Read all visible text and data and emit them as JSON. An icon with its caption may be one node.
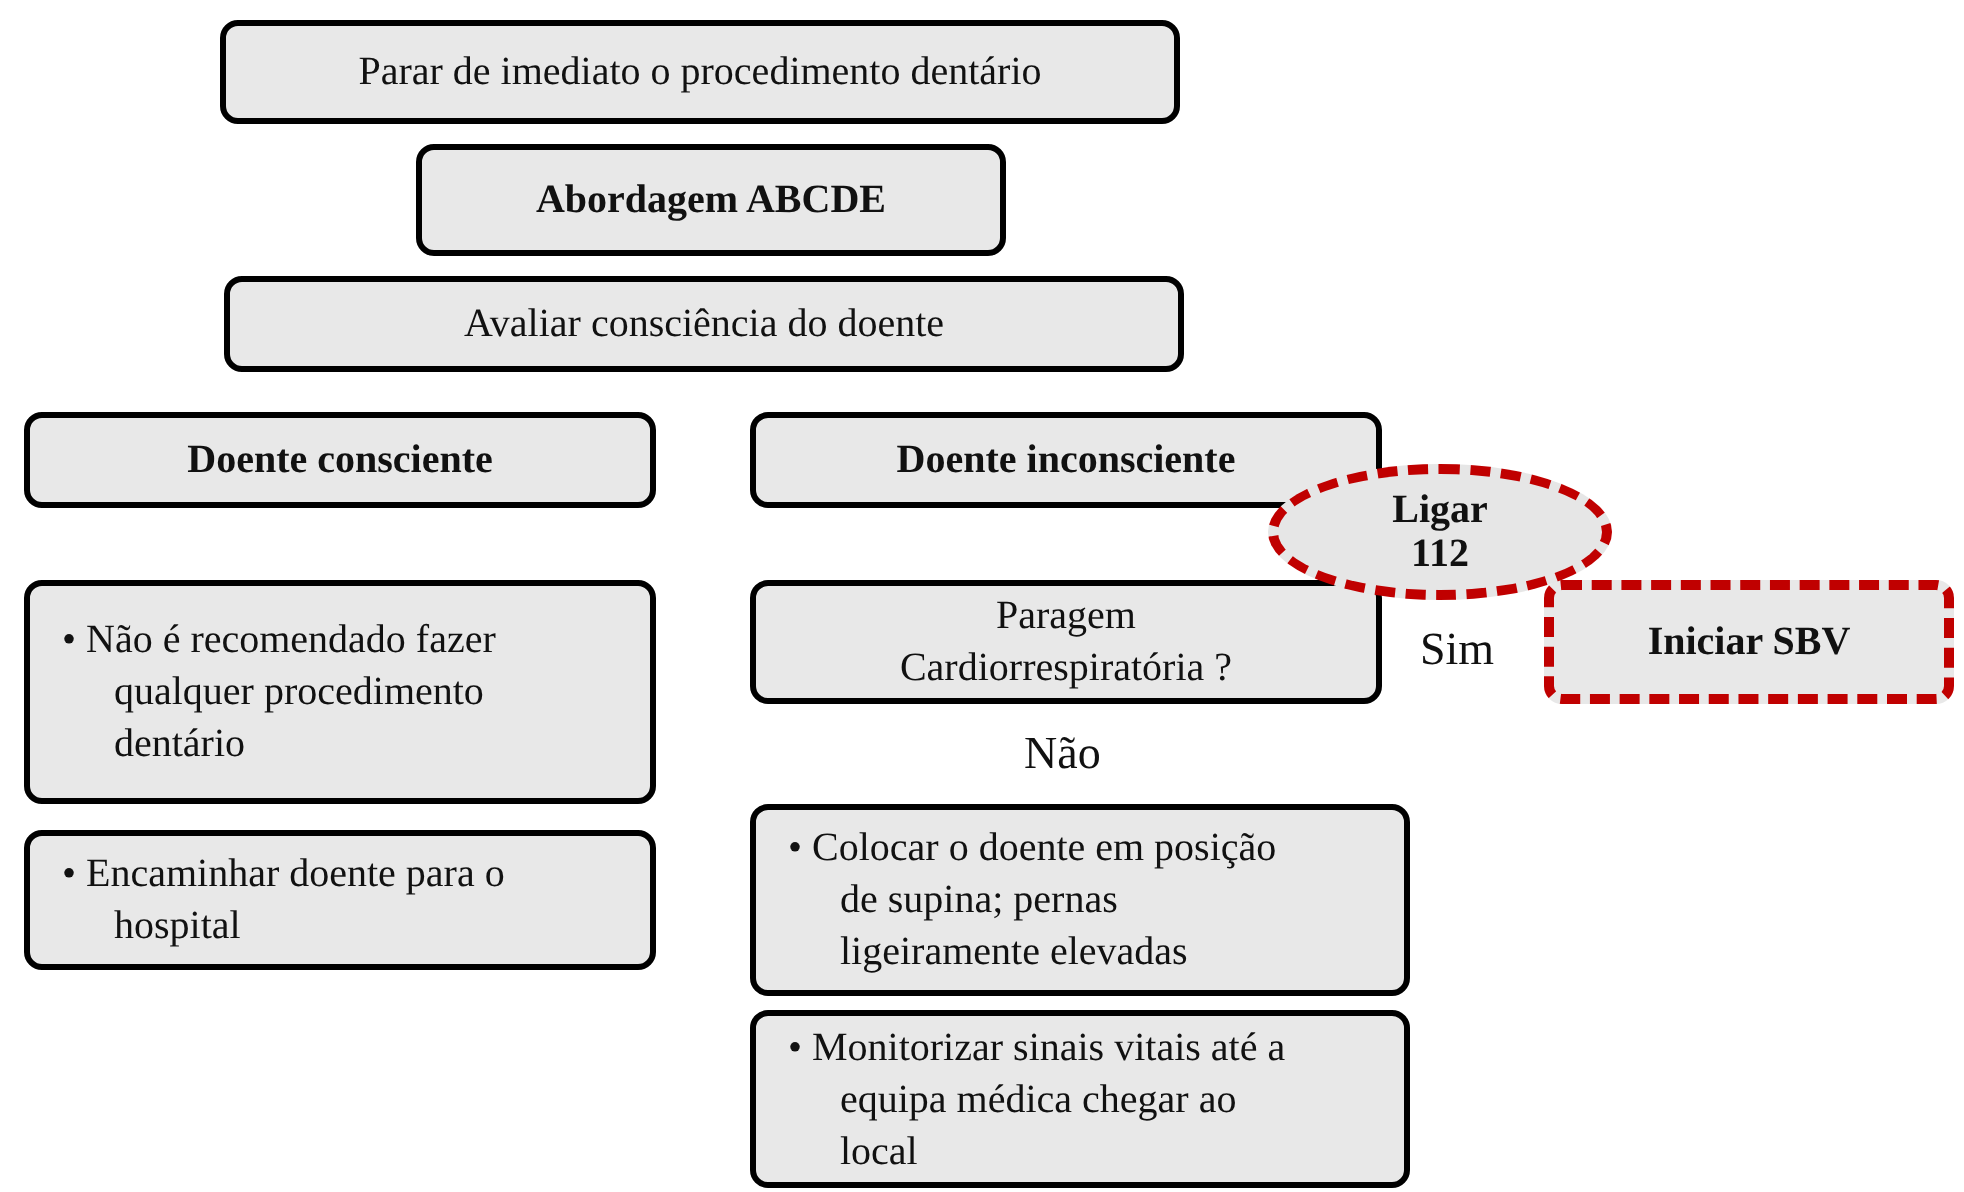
{
  "diagram": {
    "nodes": [
      {
        "text": [
          "Parar de imediato o procedimento dentário"
        ]
      },
      {
        "text": [
          "Abordagem ABCDE"
        ]
      },
      {
        "text": [
          "Avaliar consciência do doente"
        ]
      },
      {
        "text": [
          "Doente consciente"
        ]
      },
      {
        "text": [
          "Doente inconsciente"
        ]
      },
      {
        "text": [
          "Ligar 112"
        ]
      },
      {
        "text": [
          "• Não é recomendado fazer qualquer procedimento dentário"
        ]
      },
      {
        "text": [
          "Paragem Cardiorrespiratória ?"
        ]
      },
      {
        "text": [
          "Iniciar SBV"
        ]
      },
      {
        "text": [
          "• Encaminhar doente para o hospital"
        ]
      },
      {
        "text": [
          "• Colocar o doente em posição de supina; pernas ligeiramente elevadas"
        ]
      },
      {
        "text": [
          "• Monitorizar sinais vitais até a equipa médica chegar ao local"
        ]
      }
    ],
    "labels": [
      "Sim",
      "Não"
    ]
  }
}
